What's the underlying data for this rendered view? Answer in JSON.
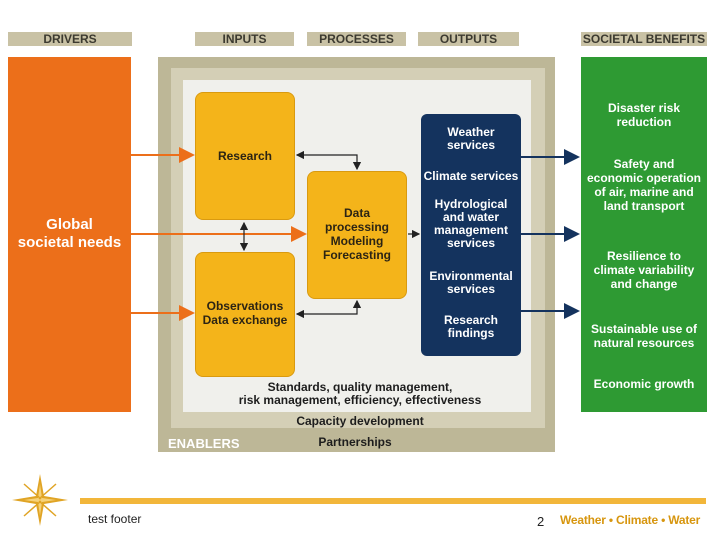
{
  "headers": {
    "drivers": "DRIVERS",
    "inputs": "INPUTS",
    "processes": "PROCESSES",
    "outputs": "OUTPUTS",
    "benefits": "SOCIETAL BENEFITS"
  },
  "drivers": {
    "lines": [
      "Global",
      "societal needs"
    ]
  },
  "inputs": {
    "research": [
      "Research"
    ],
    "observations": [
      "Observations",
      "Data exchange"
    ]
  },
  "processes": {
    "lines": [
      "Data",
      "processing",
      "Modeling",
      "Forecasting"
    ]
  },
  "outputs": [
    [
      "Weather",
      "services"
    ],
    [
      "Climate services"
    ],
    [
      "Hydrological",
      "and water",
      "management",
      "services"
    ],
    [
      "Environmental",
      "services"
    ],
    [
      "Research",
      "findings"
    ]
  ],
  "enablers": {
    "standards": [
      "Standards, quality management,",
      "risk management, efficiency, effectiveness"
    ],
    "capacity": "Capacity development",
    "partnerships": "Partnerships",
    "label": "ENABLERS"
  },
  "benefits": [
    [
      "Disaster risk",
      "reduction"
    ],
    [
      "Safety and",
      "economic operation",
      "of air, marine and",
      "land transport"
    ],
    [
      "Resilience to",
      "climate variability",
      "and change"
    ],
    [
      "Sustainable use of",
      "natural resources"
    ],
    [
      "Economic growth"
    ]
  ],
  "footer": {
    "text": "test footer",
    "page": "2",
    "brand": "Weather • Climate • Water"
  },
  "colors": {
    "drivers": "#ec6f1a",
    "inputs": "#f4b41a",
    "outputs": "#14335e",
    "benefits": "#2e9a33",
    "header_bar": "#c9c2a5"
  }
}
